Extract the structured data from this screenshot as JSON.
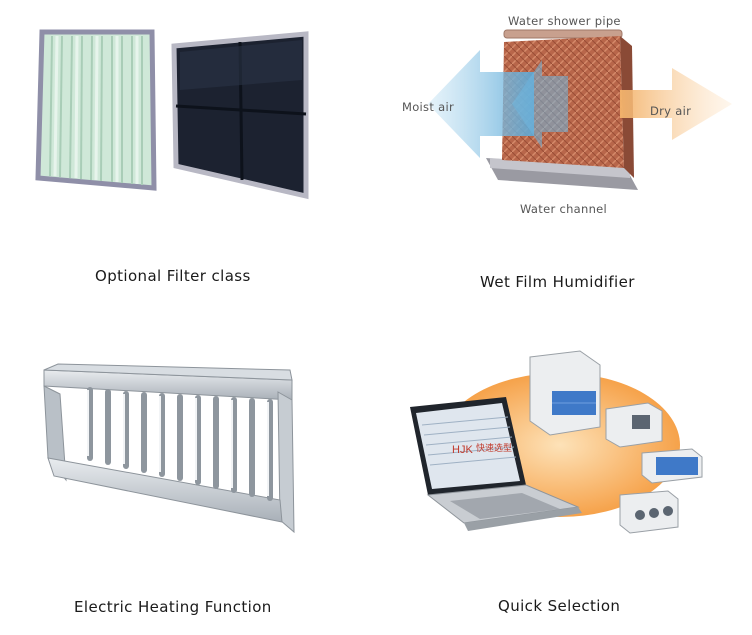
{
  "tiles": [
    {
      "caption": "Optional Filter class",
      "image_icon": "air-filter-panels"
    },
    {
      "caption": "Wet Film Humidifier",
      "image_icon": "wet-film-humidifier-diagram",
      "labels": {
        "top": "Water shower pipe",
        "left": "Moist air",
        "right": "Dry air",
        "bottom": "Water channel"
      }
    },
    {
      "caption": "Electric Heating Function",
      "image_icon": "electric-heater-element"
    },
    {
      "caption": "Quick Selection",
      "image_icon": "selection-software-laptop",
      "screen_text": "HJK",
      "screen_text_cn": "快速选型"
    }
  ],
  "colors": {
    "filter_green": "#cfe8d8",
    "filter_black": "#1c2230",
    "arrow_blue": "#5aa9d8",
    "arrow_orange": "#f3b36b",
    "pad_brown": "#b8664a",
    "halo_orange": "#f6a24a"
  }
}
